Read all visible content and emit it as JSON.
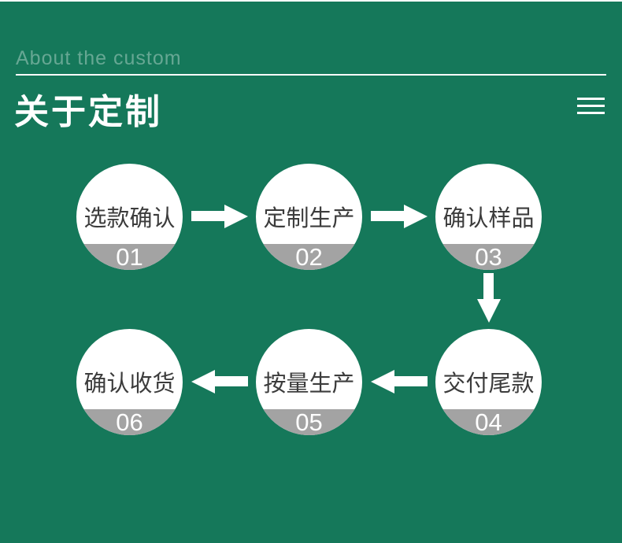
{
  "header": {
    "eyebrow": "About the custom",
    "title": "关于定制"
  },
  "flow": {
    "steps": [
      {
        "label": "选款确认",
        "number": "01"
      },
      {
        "label": "定制生产",
        "number": "02"
      },
      {
        "label": "确认样品",
        "number": "03"
      },
      {
        "label": "交付尾款",
        "number": "04"
      },
      {
        "label": "按量生产",
        "number": "05"
      },
      {
        "label": "确认收货",
        "number": "06"
      }
    ]
  },
  "colors": {
    "background_green": "#15785a",
    "circle_white": "#ffffff",
    "band_gray": "#a3a3a3",
    "label_dark": "#3c3c3c",
    "eyebrow_muted_green": "#67a18c",
    "arrow_white": "#ffffff"
  }
}
